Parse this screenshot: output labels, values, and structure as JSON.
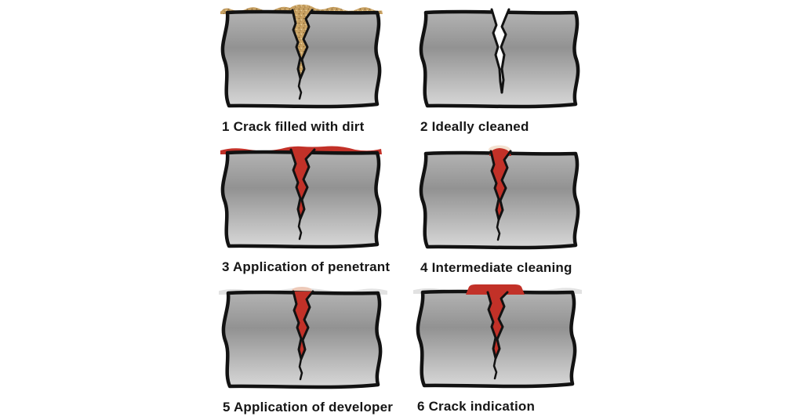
{
  "figure": {
    "panels": [
      {
        "label": "1 Crack filled with dirt",
        "variant": "crack-filled-with-dirt"
      },
      {
        "label": "2 Ideally cleaned",
        "variant": "ideally-cleaned"
      },
      {
        "label": "3 Application of penetrant",
        "variant": "application-of-penetrant"
      },
      {
        "label": "4 Intermediate cleaning",
        "variant": "intermediate-cleaning"
      },
      {
        "label": "5 Application of developer",
        "variant": "application-of-developer"
      },
      {
        "label": "6 Crack indication",
        "variant": "crack-indication"
      }
    ]
  },
  "colors": {
    "background": "#ffffff",
    "outline": "#121212",
    "metal_top": "#b3b3b3",
    "metal_mid": "#929292",
    "metal_bottom": "#d8d8d8",
    "dirt": "#c9a263",
    "dirt_speck_dark": "#8a6a3a",
    "dirt_speck_light": "#ead6a8",
    "penetrant_red": "#c23128",
    "developer": "#e2e2e2",
    "pale_halo": "#f3e1d0",
    "pink_tint": "#edc9b8",
    "crack_gap": "#ffffff",
    "label_text": "#161616"
  }
}
